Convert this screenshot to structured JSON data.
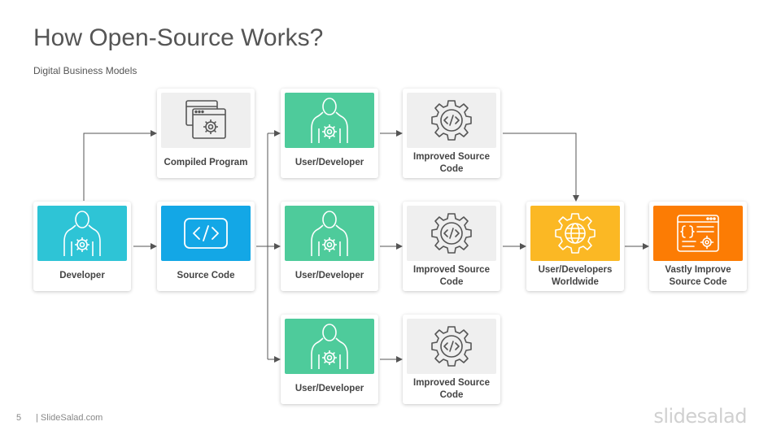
{
  "slide": {
    "title": "How Open-Source Works?",
    "subtitle": "Digital Business Models",
    "page_number": "5",
    "site": "| SlideSalad.com",
    "brand": "slidesalad"
  },
  "colors": {
    "teal": "#2ec4d6",
    "blue": "#13a7e6",
    "green": "#4ecb9b",
    "gray_tile": "#efefef",
    "yellow": "#fbb824",
    "orange": "#fc7c04",
    "arrow": "#555555"
  },
  "nodes": {
    "developer": {
      "label": "Developer",
      "icon": "user-gear-icon"
    },
    "compiled": {
      "label": "Compiled Program",
      "icon": "browser-gear-icon"
    },
    "source": {
      "label": "Source Code",
      "icon": "code-icon"
    },
    "user1": {
      "label": "User/Developer",
      "icon": "user-gear-icon"
    },
    "user2": {
      "label": "User/Developer",
      "icon": "user-gear-icon"
    },
    "user3": {
      "label": "User/Developer",
      "icon": "user-gear-icon"
    },
    "improved1": {
      "label": "Improved Source Code",
      "icon": "gear-code-icon"
    },
    "improved2": {
      "label": "Improved Source Code",
      "icon": "gear-code-icon"
    },
    "improved3": {
      "label": "Improved Source Code",
      "icon": "gear-code-icon"
    },
    "worldwide": {
      "label": "User/Developers Worldwide",
      "icon": "gear-globe-icon"
    },
    "vastly": {
      "label": "Vastly Improve Source Code",
      "icon": "browser-code-gear-icon"
    }
  }
}
